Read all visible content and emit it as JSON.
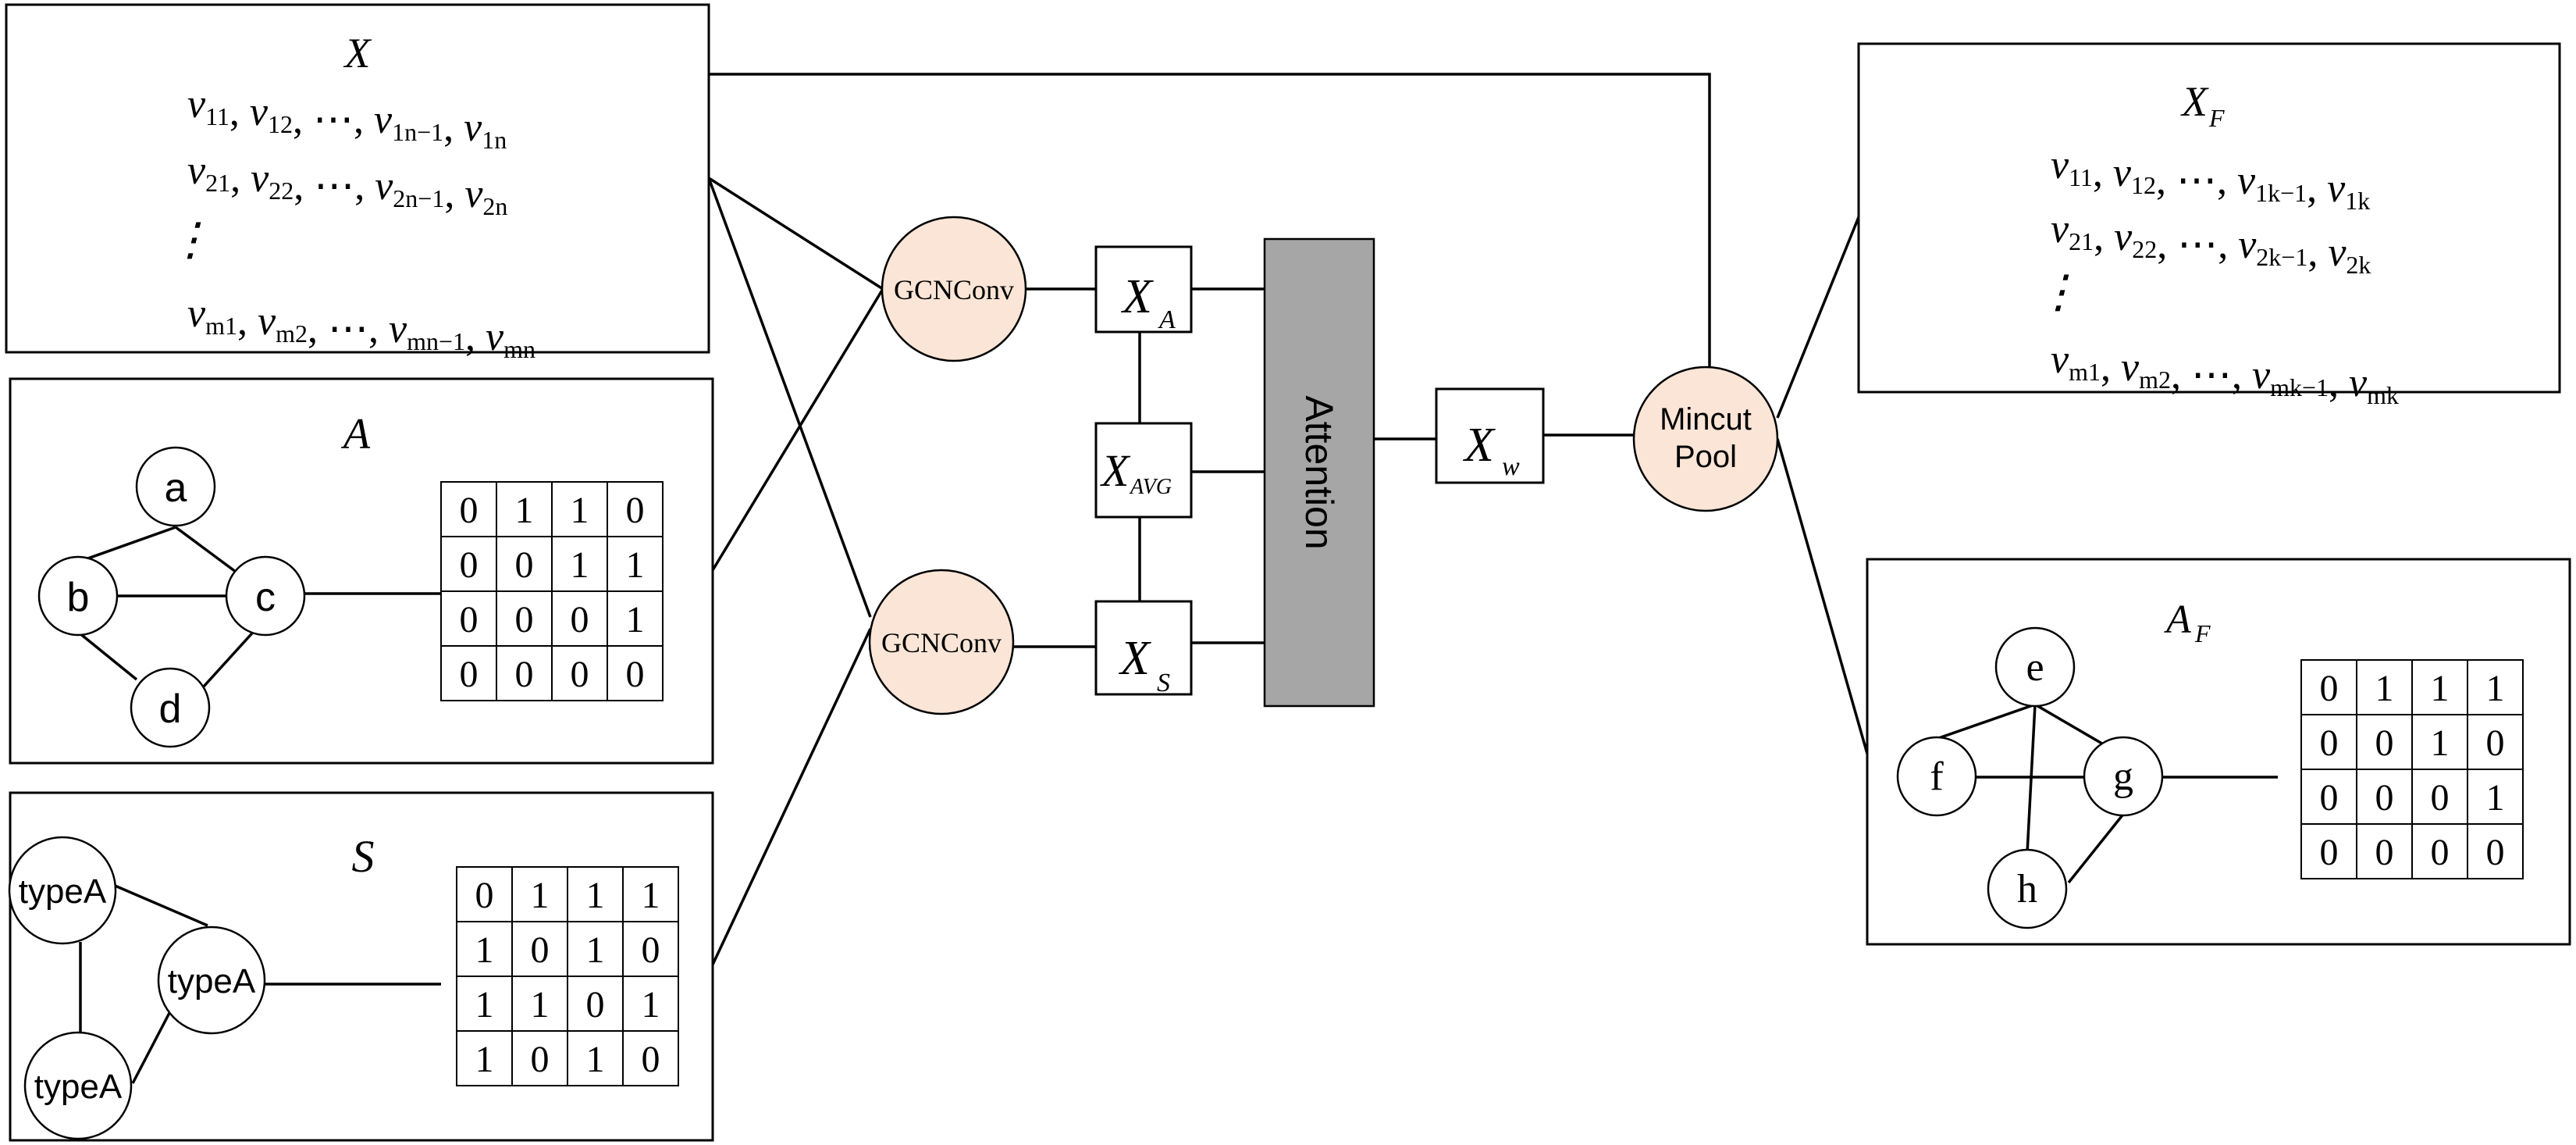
{
  "panels": {
    "x": {
      "title": "X",
      "rows": [
        {
          "v": [
            "11",
            "12",
            "1n−1",
            "1n"
          ]
        },
        {
          "v": [
            "21",
            "22",
            "2n−1",
            "2n"
          ]
        },
        {
          "v": [
            "m1",
            "m2",
            "mn−1",
            "mn"
          ]
        }
      ],
      "ellipsis": "⋮",
      "dots": "⋯"
    },
    "a": {
      "title": "A",
      "nodes": [
        "a",
        "b",
        "c",
        "d"
      ],
      "matrix": [
        [
          "0",
          "1",
          "1",
          "0"
        ],
        [
          "0",
          "0",
          "1",
          "1"
        ],
        [
          "0",
          "0",
          "0",
          "1"
        ],
        [
          "0",
          "0",
          "0",
          "0"
        ]
      ]
    },
    "s": {
      "title": "S",
      "nodes": [
        "typeA",
        "typeA",
        "typeA"
      ],
      "matrix": [
        [
          "0",
          "1",
          "1",
          "1"
        ],
        [
          "1",
          "0",
          "1",
          "0"
        ],
        [
          "1",
          "1",
          "0",
          "1"
        ],
        [
          "1",
          "0",
          "1",
          "0"
        ]
      ]
    },
    "xf": {
      "title": "X",
      "title_sub": "F",
      "rows": [
        {
          "v": [
            "11",
            "12",
            "1k−1",
            "1k"
          ]
        },
        {
          "v": [
            "21",
            "22",
            "2k−1",
            "2k"
          ]
        },
        {
          "v": [
            "m1",
            "m2",
            "mk−1",
            "mk"
          ]
        }
      ],
      "ellipsis": "⋮",
      "dots": "⋯"
    },
    "af": {
      "title": "A",
      "title_sub": "F",
      "nodes": [
        "e",
        "f",
        "g",
        "h"
      ],
      "matrix": [
        [
          "0",
          "1",
          "1",
          "1"
        ],
        [
          "0",
          "0",
          "1",
          "0"
        ],
        [
          "0",
          "0",
          "0",
          "1"
        ],
        [
          "0",
          "0",
          "0",
          "0"
        ]
      ]
    }
  },
  "ops": {
    "gcn_top": "GCNConv",
    "gcn_bottom": "GCNConv",
    "attention": "Attention",
    "mincut_line1": "Mincut",
    "mincut_line2": "Pool"
  },
  "features": {
    "xa": {
      "base": "X",
      "sub": "A"
    },
    "xavg": {
      "base": "X",
      "sub": "AVG"
    },
    "xs": {
      "base": "X",
      "sub": "S"
    },
    "xw": {
      "base": "X",
      "sub": "w"
    }
  },
  "colors": {
    "op_fill": "#fbe5d6",
    "attention_fill": "#a6a6a6"
  }
}
